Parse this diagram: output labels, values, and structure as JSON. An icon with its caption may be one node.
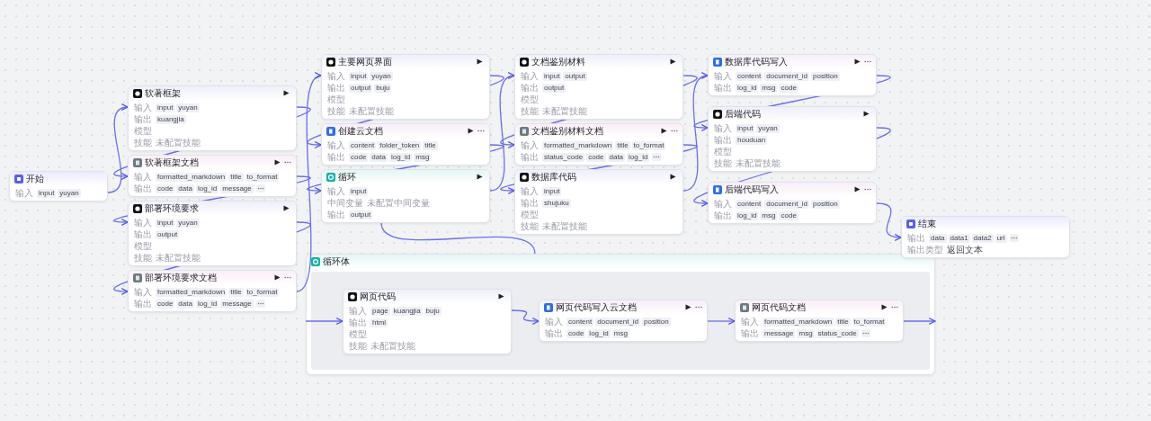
{
  "diagram": {
    "nodes": [
      {
        "text": [
          "开始",
          "输入",
          "input",
          "yuyan"
        ]
      },
      {
        "text": [
          "软著框架",
          "输入",
          "input",
          "yuyan",
          "输出",
          "kuangjia",
          "模型",
          "技能",
          "未配置技能"
        ]
      },
      {
        "text": [
          "软著框架文档",
          "输入",
          "formatted_markdown",
          "title",
          "to_format",
          "输出",
          "code",
          "data",
          "log_id",
          "message"
        ]
      },
      {
        "text": [
          "部署环境要求",
          "输入",
          "input",
          "yuyan",
          "输出",
          "output",
          "模型",
          "技能",
          "未配置技能"
        ]
      },
      {
        "text": [
          "部署环境要求文档",
          "输入",
          "formatted_markdown",
          "title",
          "to_format",
          "输出",
          "code",
          "data",
          "log_id",
          "message"
        ]
      },
      {
        "text": [
          "主要网页界面",
          "输入",
          "input",
          "yuyan",
          "输出",
          "output",
          "buju",
          "模型",
          "技能",
          "未配置技能"
        ]
      },
      {
        "text": [
          "创建云文档",
          "输入",
          "content",
          "folder_token",
          "title",
          "输出",
          "code",
          "data",
          "log_id",
          "msg"
        ]
      },
      {
        "text": [
          "循环",
          "输入",
          "input",
          "中间变量",
          "未配置中间变量",
          "输出",
          "output"
        ]
      },
      {
        "text": [
          "文档鉴别材料",
          "输入",
          "input",
          "output",
          "输出",
          "output",
          "模型",
          "技能",
          "未配置技能"
        ]
      },
      {
        "text": [
          "文档鉴别材料文档",
          "输入",
          "formatted_markdown",
          "title",
          "to_format",
          "输出",
          "status_code",
          "code",
          "data",
          "log_id"
        ]
      },
      {
        "text": [
          "数据库代码",
          "输入",
          "input",
          "输出",
          "shujuku",
          "模型",
          "技能",
          "未配置技能"
        ]
      },
      {
        "text": [
          "数据库代码写入",
          "输入",
          "content",
          "document_id",
          "position",
          "输出",
          "log_id",
          "msg",
          "code"
        ]
      },
      {
        "text": [
          "后端代码",
          "输入",
          "input",
          "yuyan",
          "输出",
          "houduan",
          "模型",
          "技能",
          "未配置技能"
        ]
      },
      {
        "text": [
          "后端代码写入",
          "输入",
          "content",
          "document_id",
          "position",
          "输出",
          "log_id",
          "msg",
          "code"
        ]
      },
      {
        "text": [
          "结束",
          "输出",
          "data",
          "data1",
          "data2",
          "url",
          "输出类型",
          "返回文本"
        ]
      },
      {
        "text": [
          "循环体"
        ]
      },
      {
        "text": [
          "网页代码",
          "输入",
          "page",
          "kuangjia",
          "buju",
          "输出",
          "html",
          "模型",
          "技能",
          "未配置技能"
        ],
        "in": 15
      },
      {
        "text": [
          "网页代码写入云文档",
          "输入",
          "content",
          "document_id",
          "position",
          "输出",
          "code",
          "log_id",
          "msg"
        ],
        "in": 15
      },
      {
        "text": [
          "网页代码文档",
          "输入",
          "formatted_markdown",
          "title",
          "to_format",
          "输出",
          "message",
          "msg",
          "status_code"
        ],
        "in": 15
      }
    ],
    "edges": [
      {
        "from": 0,
        "to": 1,
        "arrow": "to"
      },
      {
        "from": 1,
        "to": 2,
        "arrow": "to"
      },
      {
        "from": 2,
        "to": 3,
        "arrow": "to"
      },
      {
        "from": 3,
        "to": 4,
        "arrow": "to"
      },
      {
        "from": 4,
        "to": 5,
        "arrow": "to"
      },
      {
        "from": 5,
        "to": 6,
        "arrow": "to"
      },
      {
        "from": 6,
        "to": 7,
        "arrow": "to"
      },
      {
        "from": 7,
        "to": 8,
        "arrow": "to"
      },
      {
        "from": 8,
        "to": 9,
        "arrow": "to"
      },
      {
        "from": 9,
        "to": 10,
        "arrow": "to"
      },
      {
        "from": 10,
        "to": 11,
        "arrow": "to"
      },
      {
        "from": 11,
        "to": 12,
        "arrow": "to"
      },
      {
        "from": 12,
        "to": 13,
        "arrow": "to"
      },
      {
        "from": 13,
        "to": 14,
        "arrow": "to"
      },
      {
        "from": 7,
        "to": 15,
        "arrow": "none"
      },
      {
        "from": 15,
        "to": 16,
        "arrow": "to"
      },
      {
        "from": 16,
        "to": 17,
        "arrow": "to"
      },
      {
        "from": 17,
        "to": 18,
        "arrow": "to"
      },
      {
        "from": 18,
        "to": 15,
        "arrow": "to"
      }
    ]
  }
}
